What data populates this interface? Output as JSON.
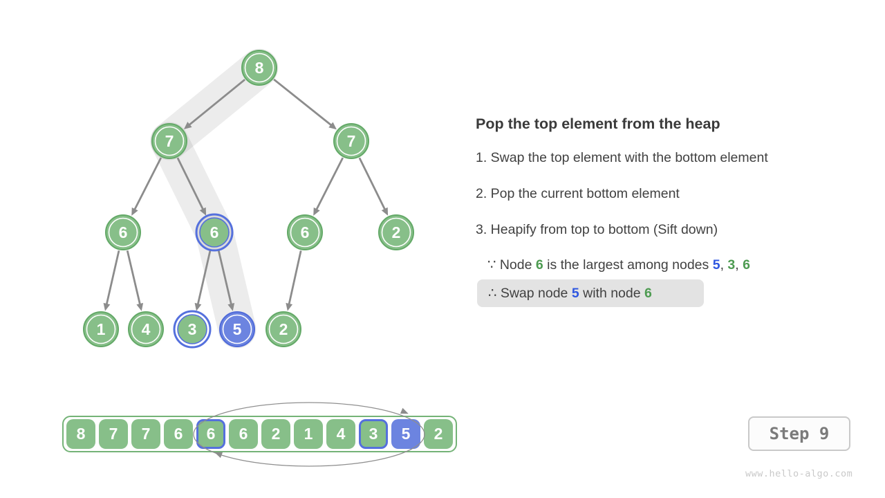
{
  "panel": {
    "title": "Pop the top element from the heap",
    "steps": [
      "1. Swap the top element with the bottom element",
      "2. Pop the current bottom element",
      "3. Heapify from top to bottom (Sift down)"
    ],
    "because": {
      "prefix": "∵ Node ",
      "subject": "6",
      "middle": " is the largest among nodes ",
      "n1": "5",
      "sep1": ", ",
      "n2": "3",
      "sep2": ", ",
      "n3": "6"
    },
    "therefore": {
      "prefix": "∴ Swap node ",
      "n1": "5",
      "middle": " with node ",
      "n2": "6"
    }
  },
  "tree": {
    "nodes": [
      {
        "value": "8",
        "style": "green"
      },
      {
        "value": "7",
        "style": "green"
      },
      {
        "value": "7",
        "style": "green"
      },
      {
        "value": "6",
        "style": "green"
      },
      {
        "value": "6",
        "style": "green-blue-border"
      },
      {
        "value": "6",
        "style": "green"
      },
      {
        "value": "2",
        "style": "green"
      },
      {
        "value": "1",
        "style": "green"
      },
      {
        "value": "4",
        "style": "green"
      },
      {
        "value": "3",
        "style": "green-blue-border"
      },
      {
        "value": "5",
        "style": "blue"
      },
      {
        "value": "2",
        "style": "green"
      }
    ]
  },
  "array": {
    "cells": [
      {
        "value": "8",
        "style": "green"
      },
      {
        "value": "7",
        "style": "green"
      },
      {
        "value": "7",
        "style": "green"
      },
      {
        "value": "6",
        "style": "green"
      },
      {
        "value": "6",
        "style": "green-blue-border"
      },
      {
        "value": "6",
        "style": "green"
      },
      {
        "value": "2",
        "style": "green"
      },
      {
        "value": "1",
        "style": "green"
      },
      {
        "value": "4",
        "style": "green"
      },
      {
        "value": "3",
        "style": "green-blue-border"
      },
      {
        "value": "5",
        "style": "blue"
      },
      {
        "value": "2",
        "style": "green"
      }
    ]
  },
  "step_indicator": {
    "label": "Step 9"
  },
  "watermark": "www.hello-algo.com",
  "colors": {
    "node_green_fill": "#87bf89",
    "node_green_border": "#63a967",
    "node_blue_fill": "#6c84e0",
    "node_blue_border": "#5570dd",
    "edge_gray": "#8c8c8c",
    "sift_band": "#ebebeb",
    "text_dark": "#3f3f3f",
    "text_green": "#4d9b51",
    "text_blue": "#2f57e0",
    "therefore_box_bg": "#e3e3e3"
  }
}
